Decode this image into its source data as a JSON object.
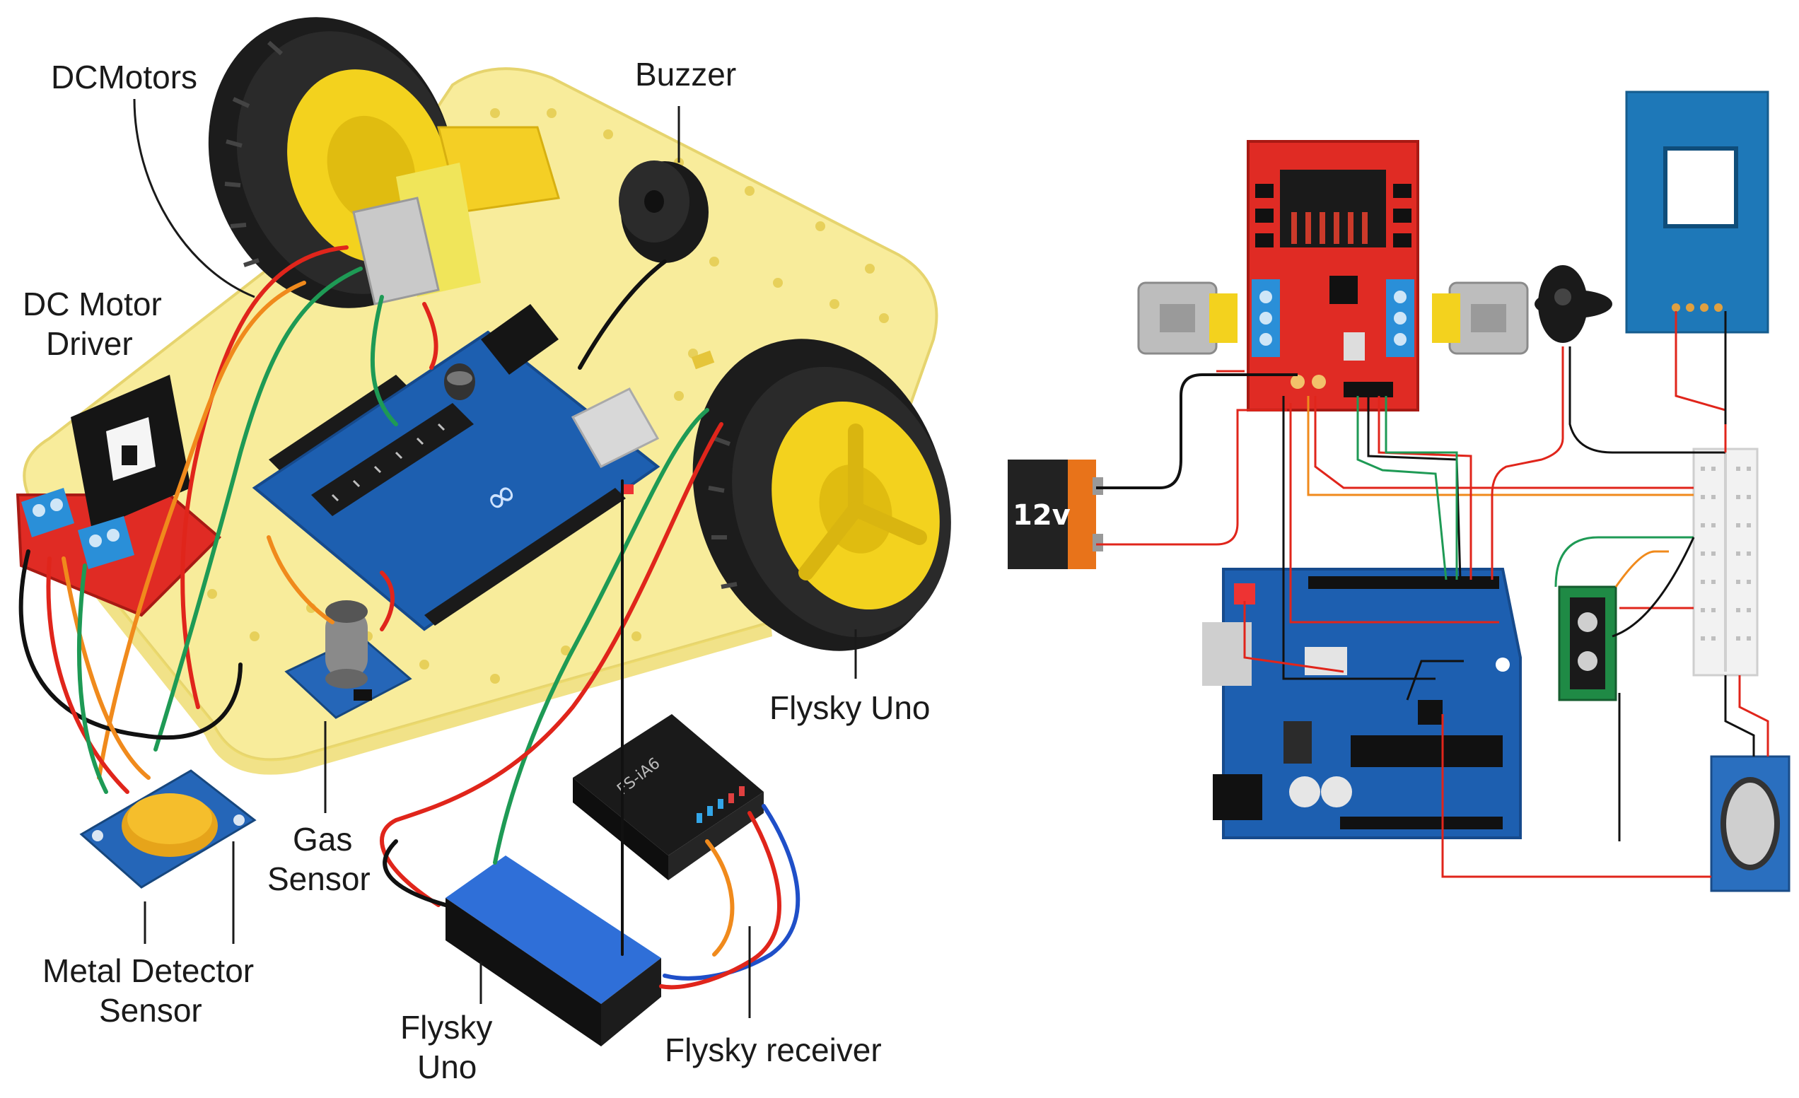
{
  "labels": {
    "dc_motors": "DCMotors",
    "buzzer": "Buzzer",
    "dc_motor_driver_line1": "DC Motor",
    "dc_motor_driver_line2": "Driver",
    "flysky_uno_right": "Flysky Uno",
    "gas_sensor_line1": "Gas",
    "gas_sensor_line2": "Sensor",
    "metal_detector_line1": "Metal Detector",
    "metal_detector_line2": "Sensor",
    "flysky_uno_bottom_line1": "Flysky",
    "flysky_uno_bottom_line2": "Uno",
    "flysky_receiver": "Flysky receiver",
    "battery_voltage": "12v"
  },
  "colors": {
    "chassis": "#f7e98a",
    "tire": "#1c1c1c",
    "hub": "#f3d21e",
    "arduino": "#1d5fb0",
    "driver_board": "#e02b24",
    "wire_red": "#e0251b",
    "wire_orange": "#f08a1c",
    "wire_green": "#1e9a55",
    "wire_black": "#111111",
    "wire_blue": "#1f4fc8",
    "battery_pack": "#2f6fd8",
    "battery_12v": "#222222",
    "battery_terminal": "#e8731a",
    "rfid_panel": "#1e78b8",
    "breadboard": "#f2f2f2"
  }
}
